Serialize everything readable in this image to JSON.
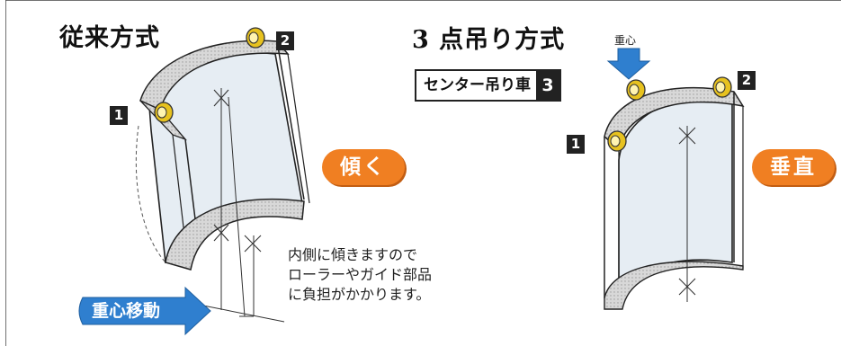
{
  "left_diagram": {
    "title": "従来方式",
    "markers": {
      "m1": "1",
      "m2": "2"
    },
    "status_pill": "傾く",
    "note_lines": [
      "内側に傾きますので",
      "ローラーやガイド部品",
      "に負担がかかります。"
    ],
    "arrow_label": "重心移動"
  },
  "right_diagram": {
    "title": "3 点吊り方式",
    "center_label": "センター吊り車",
    "center_number": "3",
    "gravity_label": "重心",
    "markers": {
      "m1": "1",
      "m2": "2"
    },
    "status_pill": "垂直"
  },
  "colors": {
    "accent_orange": "#f07f22",
    "arrow_blue": "#2f7fcf",
    "gear_yellow": "#e7c21f",
    "panel_fill": "#e6edf3"
  }
}
